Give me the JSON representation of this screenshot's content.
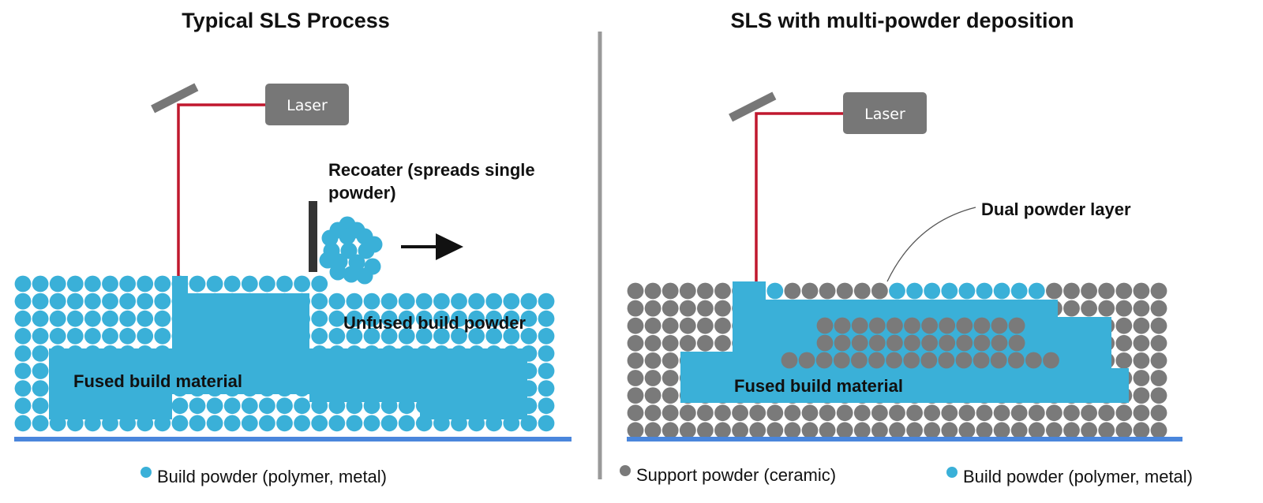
{
  "colors": {
    "build_powder": "#3ab0d8",
    "support_powder": "#7a7a7a",
    "laser_beam": "#c0182e",
    "laser_box": "#777777",
    "platform": "#4a86dc",
    "divider": "#999999"
  },
  "left_panel": {
    "title": "Typical SLS Process",
    "laser_label": "Laser",
    "recoater_label_line1": "Recoater (spreads single",
    "recoater_label_line2": "powder)",
    "unfused_label": "Unfused build powder",
    "fused_label": "Fused build material",
    "legend_build": "Build powder (polymer, metal)"
  },
  "right_panel": {
    "title": "SLS with multi-powder deposition",
    "laser_label": "Laser",
    "dual_label": "Dual powder layer",
    "fused_label": "Fused build material",
    "legend_support": "Support powder (ceramic)",
    "legend_build": "Build powder (polymer, metal)"
  }
}
